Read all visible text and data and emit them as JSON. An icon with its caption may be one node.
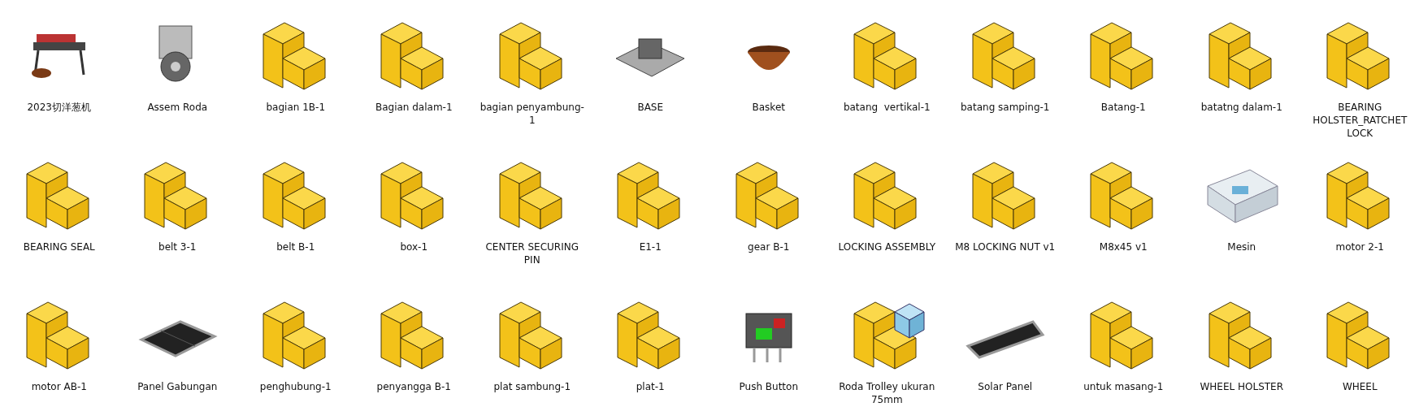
{
  "diagram": {
    "labels": [
      "2023切洋葱机",
      "Assem Roda",
      "bagian 1B-1",
      "Bagian dalam-1",
      "bagian penyambung-1",
      "BASE",
      "Basket",
      "batang  vertikal-1",
      "batang samping-1",
      "Batang-1",
      "batatng dalam-1",
      "BEARING HOLSTER_RATCHET LOCK",
      "BEARING SEAL",
      "belt 3-1",
      "belt B-1",
      "box-1",
      "CENTER SECURING PIN",
      "E1-1",
      "gear B-1",
      "LOCKING ASSEMBLY",
      "M8 LOCKING NUT v1",
      "M8x45 v1",
      "Mesin",
      "motor 2-1",
      "motor AB-1",
      "Panel Gabungan",
      "penghubung-1",
      "penyangga B-1",
      "plat sambung-1",
      "plat-1",
      "Push Button",
      "Roda Trolley ukuran 75mm",
      "Solar Panel",
      "untuk masang-1",
      "WHEEL HOLSTER",
      "WHEEL"
    ]
  }
}
